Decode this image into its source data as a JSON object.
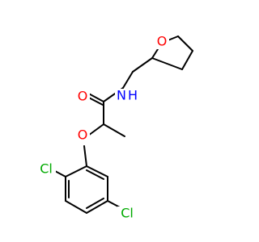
{
  "colors": {
    "background": "#ffffff",
    "bond": "#000000",
    "oxygen": "#ff0000",
    "nitrogen": "#0000ff",
    "chlorine": "#00aa00"
  },
  "labels": {
    "ring_oxygen": "O",
    "carbonyl_oxygen": "O",
    "ether_oxygen": "O",
    "amide_nitrogen": "N",
    "amide_hydrogen": "H",
    "chlorine_top": "Cl",
    "chlorine_bottom": "Cl"
  }
}
